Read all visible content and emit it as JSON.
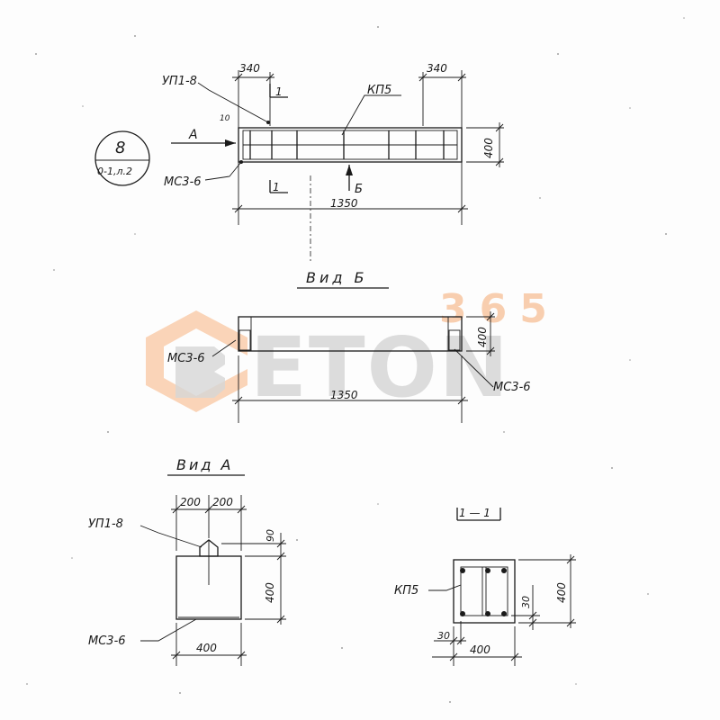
{
  "labels": {
    "upi_top": "УП1-8",
    "kp_top": "КП5",
    "dim_top_left": "340",
    "dim_top_right": "340",
    "dim_ten": "10",
    "dim_400_main": "400",
    "dim_1350_main": "1350",
    "section_one_top": "1",
    "section_one_bottom": "1",
    "arrow_a": "А",
    "arrow_b": "Б",
    "mcz_top": "МС3-6",
    "circle_num": "8",
    "circle_sub": "0-1,л.2",
    "view_b_title": "Вид Б",
    "mcz_left_b": "МС3-6",
    "mcz_right_b": "МС3-6",
    "dim_400_b": "400",
    "dim_1350_b": "1350",
    "view_a_title": "Вид А",
    "dim_200_left": "200",
    "dim_200_right": "200",
    "upi_a": "УП1-8",
    "dim_90": "90",
    "dim_400_a_side": "400",
    "mcz_a": "МС3-6",
    "dim_400_a_bottom": "400",
    "section_title": "1 — 1",
    "kp_section": "КП5",
    "dim_30_right": "30",
    "dim_400_section_side": "400",
    "dim_30_bottom": "30",
    "dim_400_section_bottom": "400"
  },
  "watermark": {
    "brand": "ETON",
    "number": "365",
    "color_orange": "#f7b98a",
    "color_gray": "#c9c9c9"
  }
}
